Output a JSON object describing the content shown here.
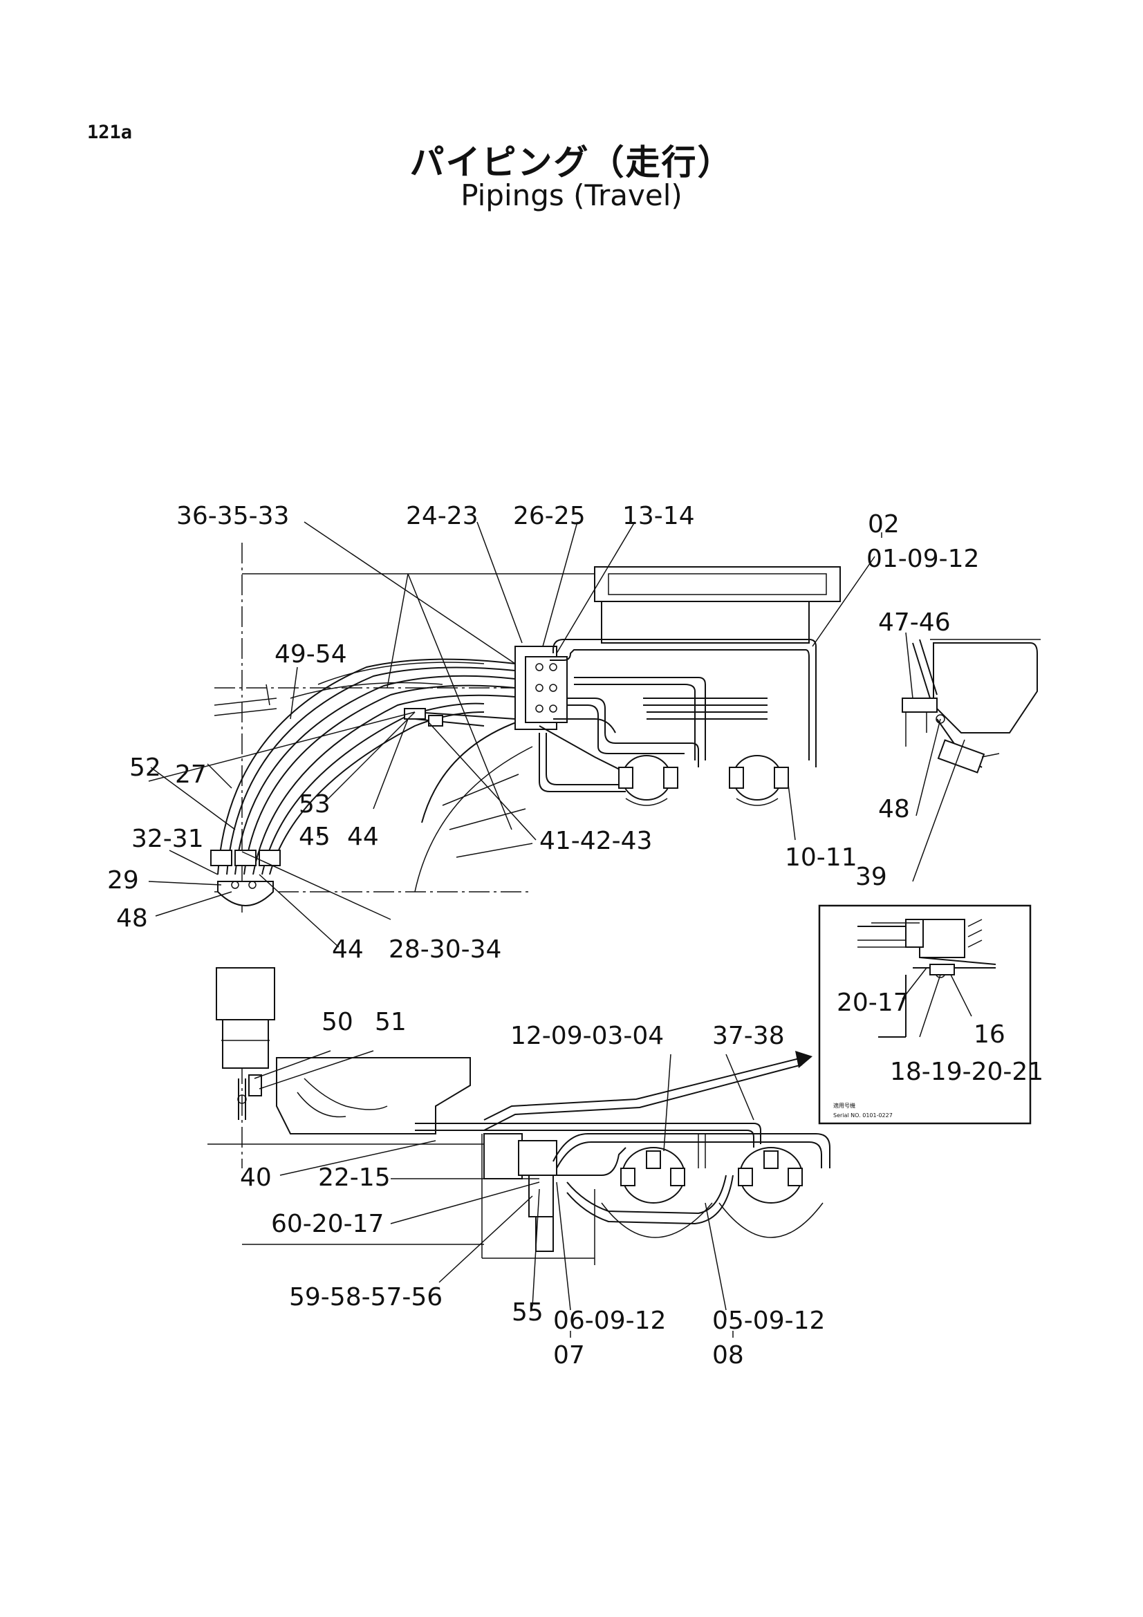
{
  "page": {
    "number": "121a",
    "title_jp": "パイピング（走行）",
    "title_en": "Pipings (Travel)"
  },
  "labels": {
    "p_36_35_33": "36-35-33",
    "p_24_23": "24-23",
    "p_26_25": "26-25",
    "p_13_14": "13-14",
    "p_02": "02",
    "p_01_09_12": "01-09-12",
    "p_47_46": "47-46",
    "p_49_54": "49-54",
    "p_52": "52",
    "p_27": "27",
    "p_53": "53",
    "p_45": "45",
    "p_44a": "44",
    "p_41_42_43": "41-42-43",
    "p_10_11": "10-11",
    "p_48a": "48",
    "p_39": "39",
    "p_32_31": "32-31",
    "p_29": "29",
    "p_48b": "48",
    "p_44b": "44",
    "p_28_30_34": "28-30-34",
    "p_50": "50",
    "p_51": "51",
    "p_12_09_03_04": "12-09-03-04",
    "p_37_38": "37-38",
    "p_20_17": "20-17",
    "p_16": "16",
    "p_18_19_20_21": "18-19-20-21",
    "p_40": "40",
    "p_22_15": "22-15",
    "p_60_20_17": "60-20-17",
    "p_59_58_57_56": "59-58-57-56",
    "p_55": "55",
    "p_06_09_12": "06-09-12",
    "p_07": "07",
    "p_05_09_12": "05-09-12",
    "p_08": "08"
  },
  "inset": {
    "note_jp": "適用号機",
    "serial": "Serial NO. 0101-0227"
  }
}
